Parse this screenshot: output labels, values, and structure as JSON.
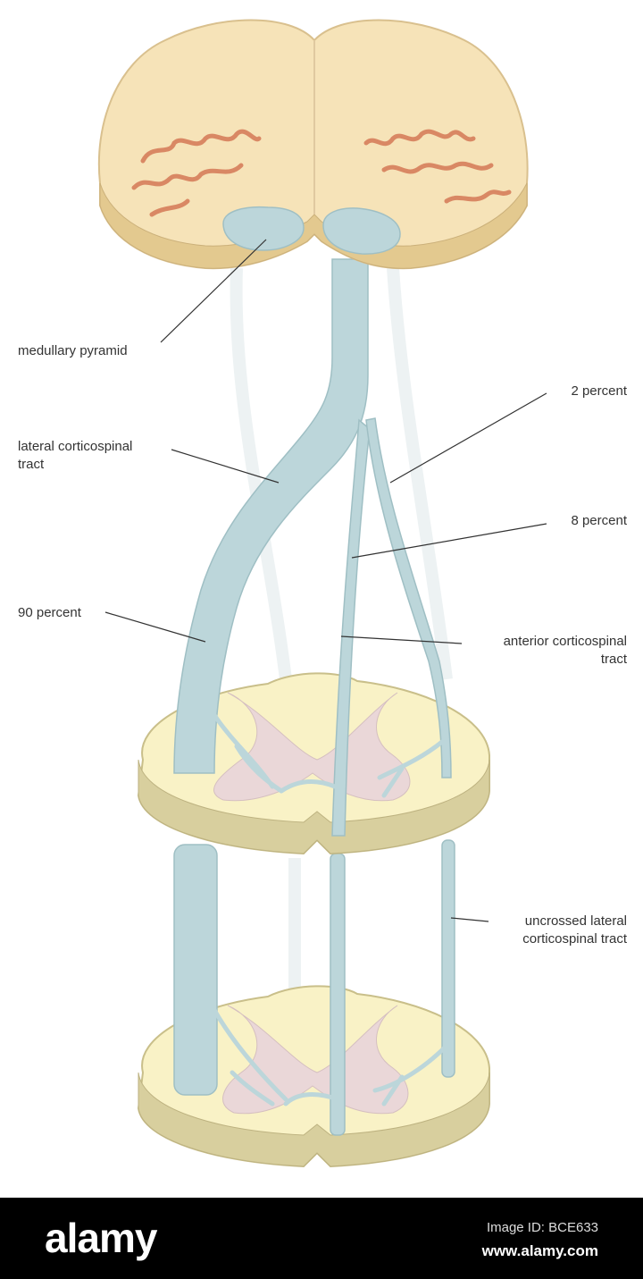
{
  "labels": {
    "medullary_pyramid": "medullary pyramid",
    "two_percent": "2 percent",
    "lateral_corticospinal_tract": "lateral corticospinal\ntract",
    "eight_percent": "8 percent",
    "ninety_percent": "90 percent",
    "anterior_corticospinal_tract": "anterior corticospinal\ntract",
    "uncrossed_lateral_corticospinal_tract": "uncrossed lateral\ncorticospinal tract"
  },
  "footer": {
    "brand": "alamy",
    "image_id": "Image ID: BCE633",
    "site": "www.alamy.com"
  },
  "colors": {
    "tissue": "#f6e3b8",
    "tissue_edge": "#d9c08e",
    "gray_matter_medulla": "#d98864",
    "tract": "#bcd6da",
    "tract_edge": "#9fbfc4",
    "cord_section": "#f9f2c6",
    "cord_gray": "#ead7d8",
    "leader_line": "#333333",
    "footer_bg": "#000000"
  }
}
